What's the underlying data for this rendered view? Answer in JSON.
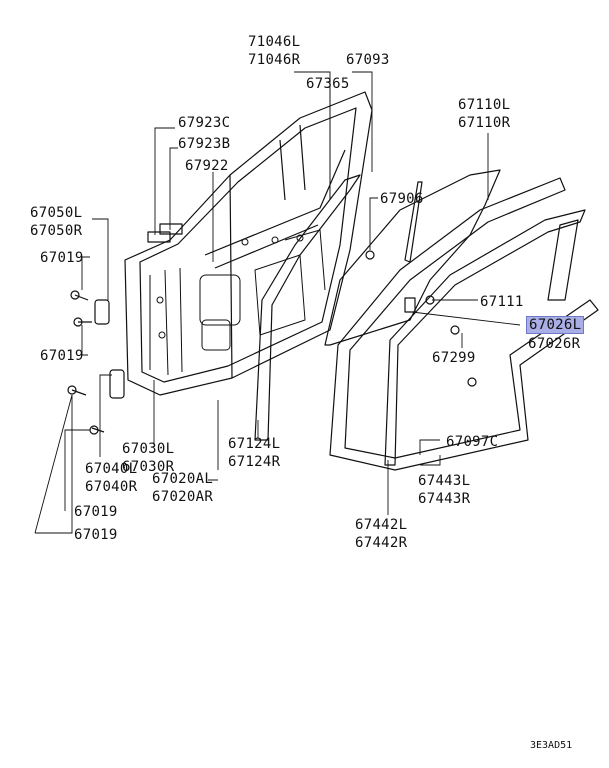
{
  "accent_colors": {
    "highlight": "#a9aee6",
    "ink": "#111111"
  },
  "labels": {
    "p71046": [
      "71046L",
      "71046R"
    ],
    "p67093": "67093",
    "p67365": "67365",
    "p67110": [
      "67110L",
      "67110R"
    ],
    "p67923c": "67923C",
    "p67923b": "67923B",
    "p67922": "67922",
    "p67906": "67906",
    "p67050": [
      "67050L",
      "67050R"
    ],
    "p67019a": "67019",
    "p67019b": "67019",
    "p67111": "67111",
    "p67026": [
      "67026L",
      "67026R"
    ],
    "p67299": "67299",
    "p67030": [
      "67030L",
      "67030R"
    ],
    "p67124": [
      "67124L",
      "67124R"
    ],
    "p67097c": "67097C",
    "p67040": [
      "67040L",
      "67040R"
    ],
    "p67020": [
      "67020AL",
      "67020AR"
    ],
    "p67443": [
      "67443L",
      "67443R"
    ],
    "p67019c": "67019",
    "p67019d": "67019",
    "p67442": [
      "67442L",
      "67442R"
    ]
  },
  "diagram_code": "3E3AD51"
}
